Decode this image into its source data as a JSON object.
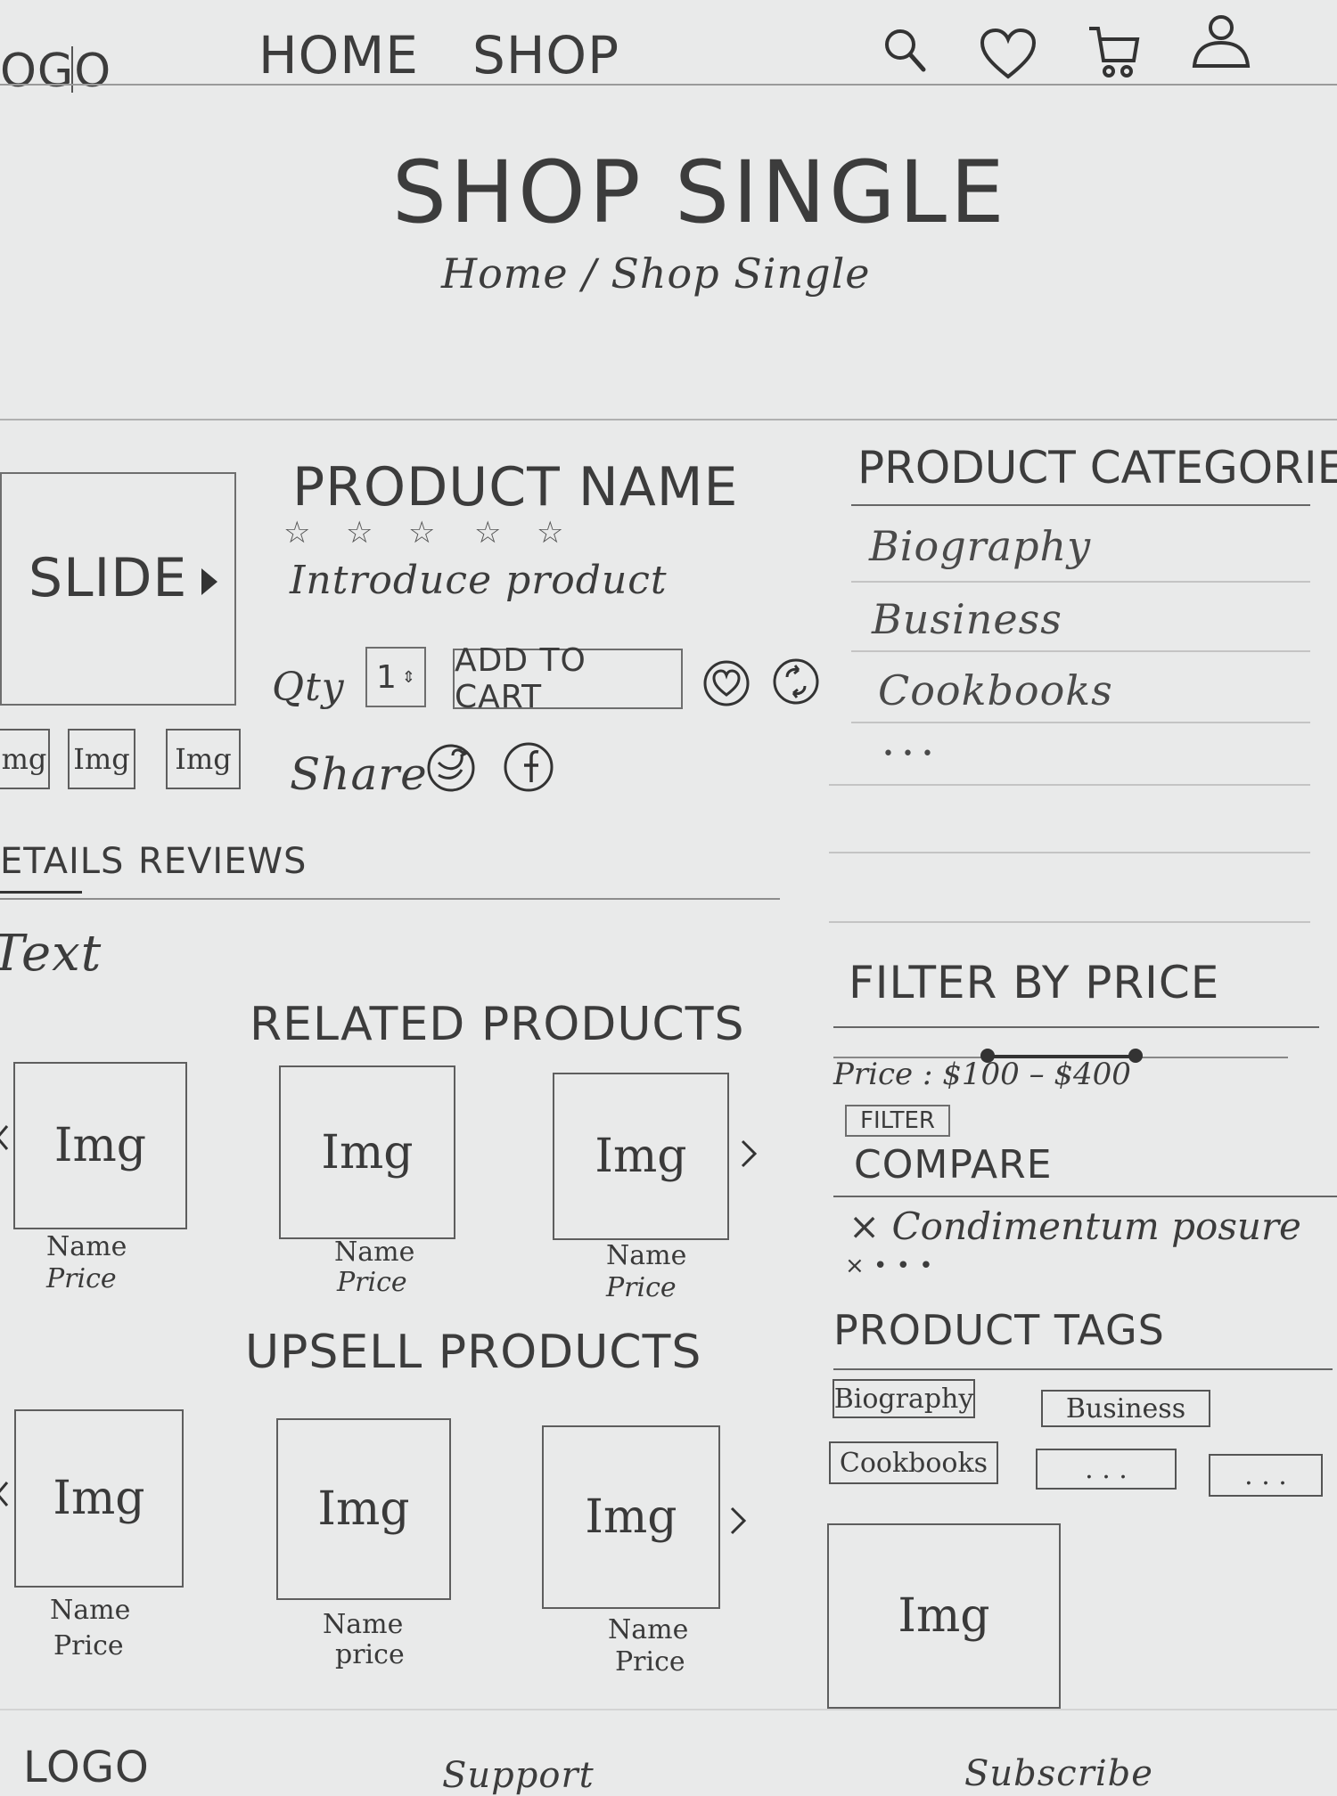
{
  "header": {
    "logo": "OGO",
    "nav": [
      "HOME",
      "SHOP"
    ],
    "icons": [
      "search-icon",
      "heart-icon",
      "cart-icon",
      "user-icon"
    ]
  },
  "page_title": {
    "title": "SHOP SINGLE",
    "breadcrumb": "Home / Shop Single"
  },
  "product": {
    "slide_label": "SLIDE",
    "thumbnails": [
      "mg",
      "Img",
      "Img"
    ],
    "name": "PRODUCT NAME",
    "rating_stars": 5,
    "intro": "Introduce product",
    "qty_label": "Qty",
    "qty_value": "1",
    "add_to_cart": "ADD TO CART",
    "share_label": "Share"
  },
  "tabs": [
    "ETAILS",
    "REVIEWS"
  ],
  "tab_content": "Text",
  "related": {
    "title": "RELATED PRODUCTS",
    "items": [
      {
        "img": "Img",
        "name": "Name",
        "price": "Price"
      },
      {
        "img": "Img",
        "name": "Name",
        "price": "Price"
      },
      {
        "img": "Img",
        "name": "Name",
        "price": "Price"
      }
    ]
  },
  "upsell": {
    "title": "UPSELL PRODUCTS",
    "items": [
      {
        "img": "Img",
        "name": "Name",
        "price": "Price"
      },
      {
        "img": "Img",
        "name": "Name",
        "price": "price"
      },
      {
        "img": "Img",
        "name": "Name",
        "price": "Price"
      }
    ]
  },
  "sidebar": {
    "categories_title": "PRODUCT CATEGORIES",
    "categories": [
      "Biography",
      "Business",
      "Cookbooks",
      "• • •"
    ],
    "filter_title": "FILTER BY PRICE",
    "price_text": "Price : $100 – $400",
    "filter_button": "FILTER",
    "compare_title": "COMPARE",
    "compare_items": [
      "× Condimentum posure",
      "× • • •"
    ],
    "tags_title": "PRODUCT TAGS",
    "tags": [
      "Biography",
      "Business",
      "Cookbooks",
      ". . .",
      ". . ."
    ],
    "banner_img": "Img"
  },
  "footer": {
    "logo": "LOGO",
    "col2": "Support",
    "col3": "Subscribe"
  }
}
